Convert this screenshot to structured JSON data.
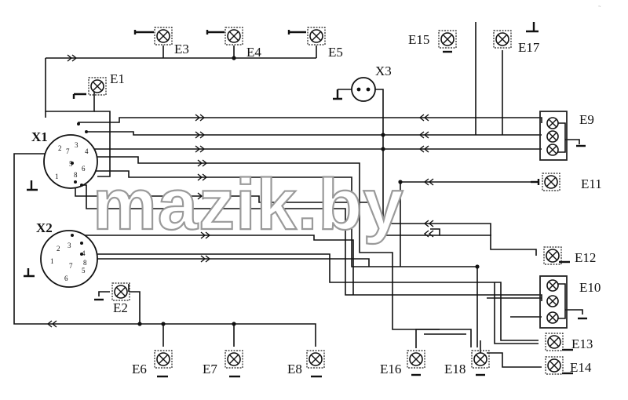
{
  "watermark": "mazik.by",
  "corner_note": "~",
  "connectors": {
    "x1": {
      "label": "X1",
      "pins": [
        "1",
        "2",
        "3",
        "4",
        "5",
        "6",
        "7",
        "8"
      ]
    },
    "x2": {
      "label": "X2",
      "pins": [
        "1",
        "2",
        "3",
        "4",
        "5",
        "6",
        "7",
        "8"
      ]
    },
    "x3": {
      "label": "X3"
    }
  },
  "lamps": [
    "E1",
    "E2",
    "E3",
    "E4",
    "E5",
    "E6",
    "E7",
    "E8",
    "E11",
    "E12",
    "E13",
    "E14",
    "E15",
    "E16",
    "E17",
    "E18"
  ],
  "lamp_blocks": [
    "E9",
    "E10"
  ]
}
